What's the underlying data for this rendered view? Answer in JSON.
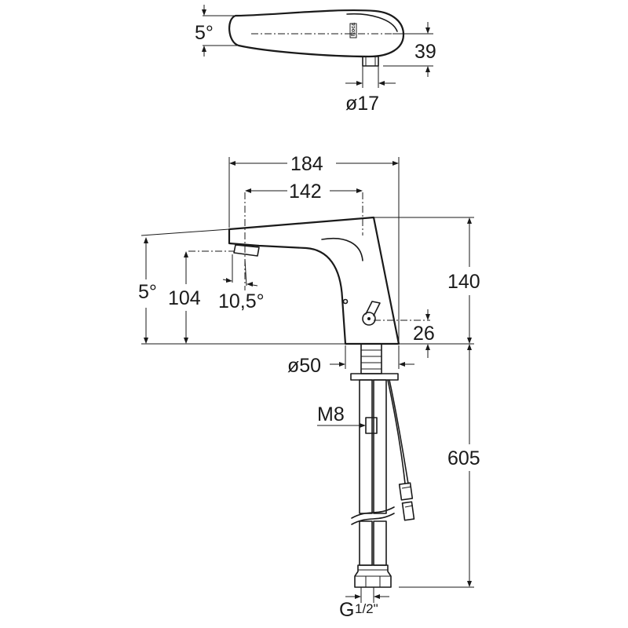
{
  "top_view": {
    "angle": "5°",
    "height": "39",
    "diameter": "ø17",
    "brand": "Roca"
  },
  "side_view": {
    "width_total": "184",
    "width_spout": "142",
    "height_body": "140",
    "spout_angle": "5°",
    "spout_height": "104",
    "aerator_angle": "10,5°",
    "lever_height": "26",
    "base_diameter": "ø50",
    "rod_thread": "M8",
    "hose_length": "605",
    "connection_main": "G",
    "connection_fraction": "1/2\""
  }
}
